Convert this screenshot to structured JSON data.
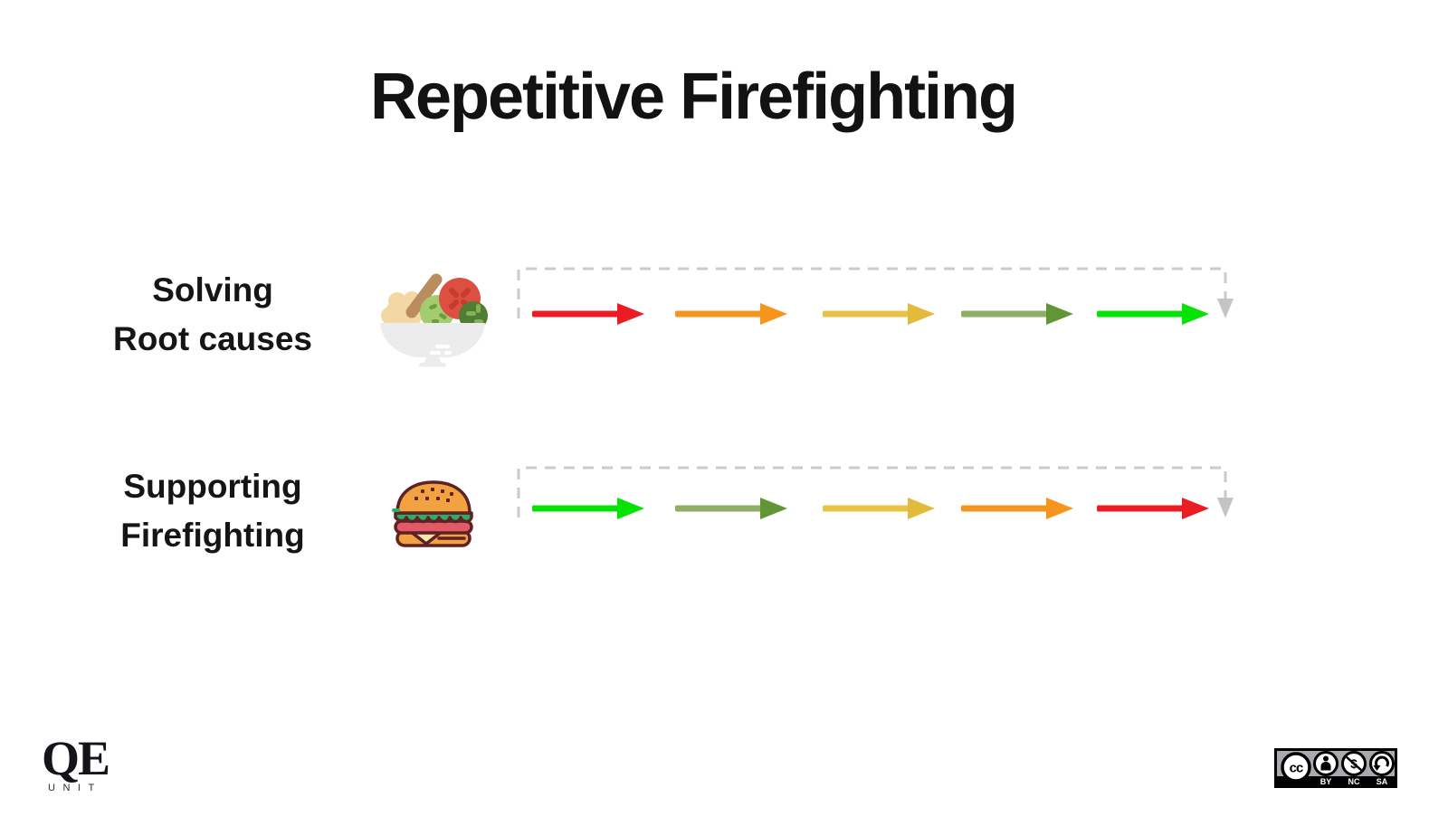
{
  "title": "Repetitive Firefighting",
  "rows": [
    {
      "name": "solving-root-causes",
      "label_line1": "Solving",
      "label_line2": "Root causes",
      "icon": "salad-bowl-icon",
      "arrows": [
        {
          "name": "red",
          "shaft": "#EC1C24",
          "head": "#EC1C24"
        },
        {
          "name": "orange",
          "shaft": "#F7941D",
          "head": "#F7941D"
        },
        {
          "name": "yellow",
          "shaft": "#E8C345",
          "head": "#E2BA3C"
        },
        {
          "name": "olive",
          "shaft": "#8FAE66",
          "head": "#619637"
        },
        {
          "name": "green",
          "shaft": "#06E206",
          "head": "#06E206"
        }
      ],
      "loop": {
        "color": "#CBCBCB",
        "arrowhead_color": "#C4C4C4"
      }
    },
    {
      "name": "supporting-firefighting",
      "label_line1": "Supporting",
      "label_line2": "Firefighting",
      "icon": "burger-icon",
      "arrows": [
        {
          "name": "green",
          "shaft": "#06E206",
          "head": "#06E206"
        },
        {
          "name": "olive",
          "shaft": "#8FAE66",
          "head": "#619637"
        },
        {
          "name": "yellow",
          "shaft": "#E8C345",
          "head": "#E2BA3C"
        },
        {
          "name": "orange",
          "shaft": "#F7941D",
          "head": "#F7941D"
        },
        {
          "name": "red",
          "shaft": "#EC1C24",
          "head": "#EC1C24"
        }
      ],
      "loop": {
        "color": "#CBCBCB",
        "arrowhead_color": "#C4C4C4"
      }
    }
  ],
  "footer": {
    "logo_text": "QE",
    "logo_subtext": "UNIT",
    "license": {
      "cc_text": "cc",
      "nc_symbol": "$",
      "labels": [
        "BY",
        "NC",
        "SA"
      ],
      "badge_bg": "#A8AAAD"
    }
  }
}
